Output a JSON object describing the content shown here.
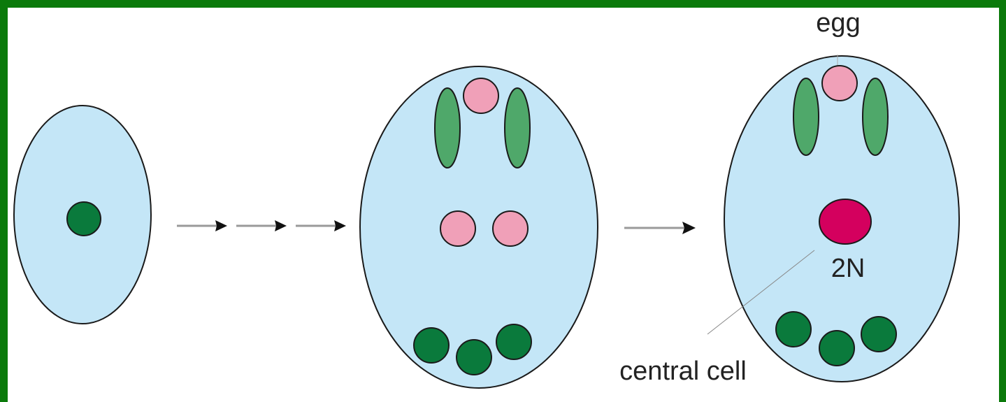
{
  "colors": {
    "frame": "#0b7a0b",
    "cell_fill": "#c4e6f7",
    "outline": "#1a1a1a",
    "synergid_green": "#4fa86a",
    "antipodal_green": "#0a7a3c",
    "polar_pink": "#f0a0b8",
    "fused_nucleus": "#d4005e",
    "arrow": "#9a9a9a"
  },
  "labels": {
    "egg": "egg",
    "ploidy": "2N",
    "central_cell": "central cell"
  }
}
